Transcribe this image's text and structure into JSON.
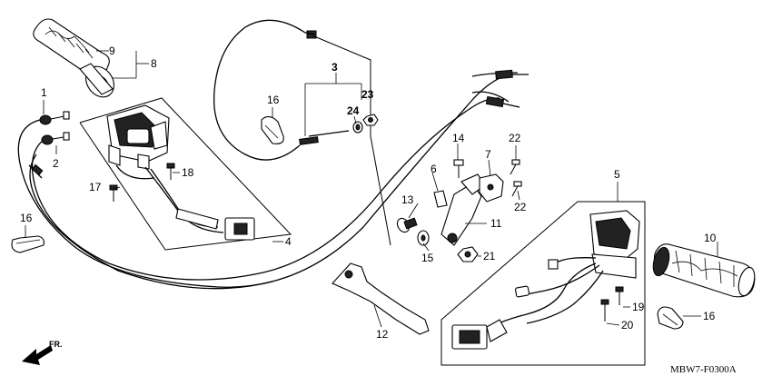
{
  "diagram": {
    "code": "MBW7-F0300A",
    "direction_label": "FR.",
    "callouts": [
      {
        "id": "c1",
        "text": "1"
      },
      {
        "id": "c2",
        "text": "2"
      },
      {
        "id": "c3",
        "text": "3"
      },
      {
        "id": "c4",
        "text": "4"
      },
      {
        "id": "c5",
        "text": "5"
      },
      {
        "id": "c6",
        "text": "6"
      },
      {
        "id": "c7",
        "text": "7"
      },
      {
        "id": "c8",
        "text": "8"
      },
      {
        "id": "c9",
        "text": "9"
      },
      {
        "id": "c10",
        "text": "10"
      },
      {
        "id": "c11",
        "text": "11"
      },
      {
        "id": "c12",
        "text": "12"
      },
      {
        "id": "c13",
        "text": "13"
      },
      {
        "id": "c14",
        "text": "14"
      },
      {
        "id": "c15",
        "text": "15"
      },
      {
        "id": "c16a",
        "text": "16"
      },
      {
        "id": "c16b",
        "text": "16"
      },
      {
        "id": "c16c",
        "text": "16"
      },
      {
        "id": "c17",
        "text": "17"
      },
      {
        "id": "c18",
        "text": "18"
      },
      {
        "id": "c19",
        "text": "19"
      },
      {
        "id": "c20",
        "text": "20"
      },
      {
        "id": "c21",
        "text": "21"
      },
      {
        "id": "c22a",
        "text": "22"
      },
      {
        "id": "c22b",
        "text": "22"
      },
      {
        "id": "c23",
        "text": "23"
      },
      {
        "id": "c24",
        "text": "24"
      }
    ]
  }
}
